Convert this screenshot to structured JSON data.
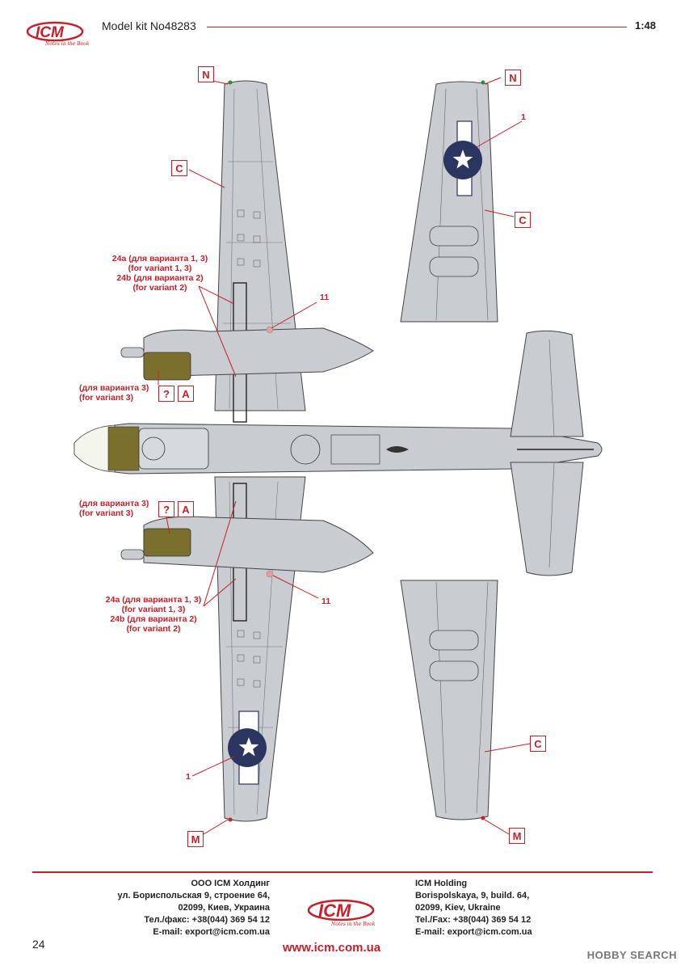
{
  "header": {
    "logo": "ICM",
    "logo_tagline": "Notes in the Book",
    "title": "Model kit No48283",
    "scale": "1:48"
  },
  "markers": {
    "N": "N",
    "C": "C",
    "A": "A",
    "M": "M",
    "question": "?",
    "callout_1": "1",
    "callout_11": "11"
  },
  "notes": {
    "upper_24": [
      "24a (для варианта 1, 3)",
      "(for variant 1, 3)",
      "24b (для варианта 2)",
      "(for variant 2)"
    ],
    "lower_24": [
      "24a (для варианта 1, 3)",
      "(for variant 1, 3)",
      "24b (для варианта 2)",
      "(for variant 2)"
    ],
    "variant3_upper": [
      "(для варианта 3)",
      "(for variant 3)"
    ],
    "variant3_lower": [
      "(для варианта 3)",
      "(for variant 3)"
    ]
  },
  "footer": {
    "ru": [
      "ООО ICM Холдинг",
      "ул. Бориспольская 9, строение 64,",
      "02099, Киев, Украина",
      "Тел./факс: +38(044) 369 54 12",
      "E-mail: export@icm.com.ua"
    ],
    "en": [
      "ICM Holding",
      "Borispolskaya, 9, build. 64,",
      "02099, Kiev, Ukraine",
      "Tel./Fax: +38(044) 369 54 12",
      "E-mail: export@icm.com.ua"
    ],
    "website": "www.icm.com.ua",
    "page_number": "24",
    "watermark": "HOBBY SEARCH"
  },
  "colors": {
    "accent_red": "#c8202a",
    "airframe_gray": "#c9ccd0",
    "olive": "#7b6f2e",
    "insignia_blue": "#2a3560"
  }
}
